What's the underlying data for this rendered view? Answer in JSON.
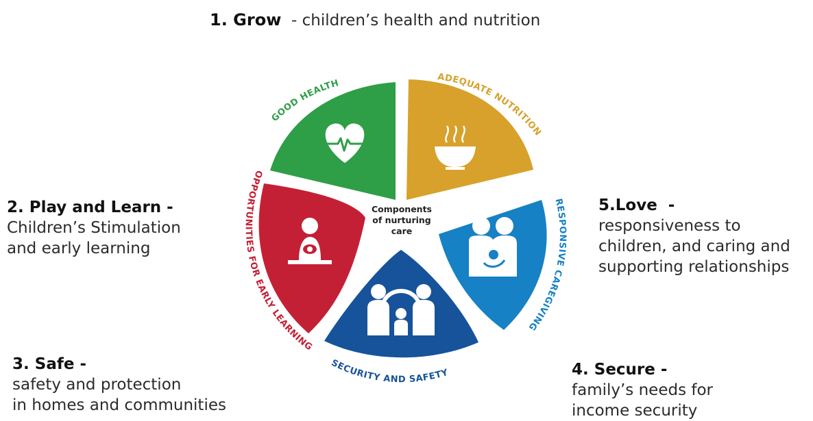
{
  "labels": {
    "grow": {
      "head": "1. Grow",
      "sep": "  - ",
      "desc": "children’s health and nutrition"
    },
    "play": {
      "head": "2. Play and Learn -",
      "lines": [
        "Children’s Stimulation",
        "and early learning"
      ]
    },
    "safe": {
      "head": "3. Safe -",
      "lines": [
        "safety and protection",
        "in homes and communities"
      ]
    },
    "secure": {
      "head": "4. Secure -",
      "lines": [
        "family’s needs for",
        "income security"
      ]
    },
    "love": {
      "head": "5.Love  -",
      "lines": [
        "responsiveness to",
        "children, and caring and",
        "supporting relationships"
      ]
    }
  },
  "wheel": {
    "center_lines": [
      "Components",
      "of nurturing",
      "care"
    ],
    "segments": [
      {
        "name": "good-health",
        "title": "GOOD HEALTH",
        "color": "#2e9e47",
        "icon": "heart-pulse-icon"
      },
      {
        "name": "adequate-nutrition",
        "title": "ADEQUATE NUTRITION",
        "color": "#d7a12b",
        "icon": "steaming-bowl-icon"
      },
      {
        "name": "responsive-caregiving",
        "title": "RESPONSIVE CAREGIVING",
        "color": "#1681c4",
        "icon": "parents-baby-icon"
      },
      {
        "name": "security-and-safety",
        "title": "SECURITY AND SAFETY",
        "color": "#16539a",
        "icon": "sheltered-family-icon"
      },
      {
        "name": "early-learning",
        "title": "OPPORTUNITIES FOR EARLY LEARNING",
        "color": "#c42035",
        "icon": "parent-child-play-icon"
      }
    ]
  }
}
